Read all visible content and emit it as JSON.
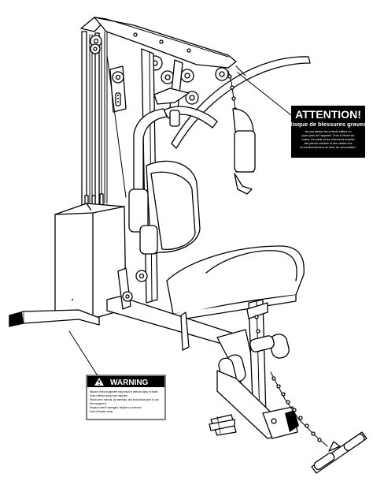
{
  "attention_label": {
    "title": "ATTENTION!",
    "subtitle": "Risque de blessures graves!",
    "body_lines": [
      "Ne pas laisser les enfants utiliser ou",
      "jouer près de l'appareil. Tenir à l'écart les",
      "mains, les pieds et les vêtements amples",
      "des pièces mobiles et des câbles lors",
      "du fonctionnement du banc de musculation."
    ]
  },
  "warning_label": {
    "title": "WARNING",
    "body_lines": [
      "Misuse of this equipment may result in serious injury or death.",
      "Keep children away from machine.",
      "Read user's manual, all warnings, and instructions prior to use",
      "this equipment.",
      "Replace label if damaged, illegible or removed.",
      "Keep all labels clean."
    ]
  },
  "colors": {
    "label_background": "#000000",
    "label_text": "#ffffff",
    "line": "#000000",
    "page": "#ffffff"
  }
}
